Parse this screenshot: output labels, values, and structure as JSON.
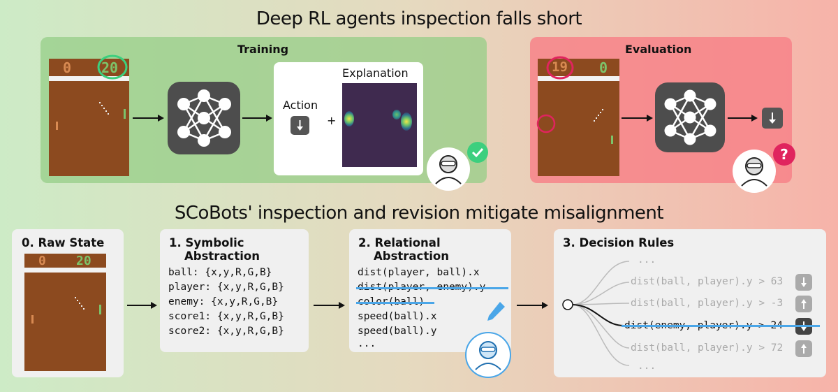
{
  "top_title": "Deep RL agents inspection falls short",
  "bottom_title": "SCoBots' inspection and revision mitigate misalignment",
  "training": {
    "label": "Training",
    "score_left": "0",
    "score_right": "20",
    "action_label": "Action",
    "plus": "+",
    "explanation_label": "Explanation"
  },
  "evaluation": {
    "label": "Evaluation",
    "score_left": "19",
    "score_right": "0",
    "question_mark": "?"
  },
  "raw_state": {
    "title": "0. Raw State",
    "score_left": "0",
    "score_right": "20"
  },
  "symbolic": {
    "title_line1": "1. Symbolic",
    "title_line2": "Abstraction",
    "lines": [
      "ball: {x,y,R,G,B}",
      "player: {x,y,R,G,B}",
      "enemy: {x,y,R,G,B}",
      "score1: {x,y,R,G,B}",
      "score2: {x,y,R,G,B}"
    ]
  },
  "relational": {
    "title_line1": "2. Relational",
    "title_line2": "Abstraction",
    "lines": [
      "dist(player, ball).x",
      "dist(player, enemy).y",
      "color(ball)",
      "speed(ball).x",
      "speed(ball).y",
      "..."
    ]
  },
  "decision": {
    "title": "3. Decision Rules",
    "rules": [
      "...",
      "dist(ball, player).y > 63",
      "dist(ball, player).y > -3",
      "dist(enemy, player).y > 24",
      "dist(ball, player).y > 72",
      "..."
    ]
  },
  "colors": {
    "training_panel": "#a9d49b",
    "evaluation_panel": "#f78a8f",
    "check_green": "#3ccf7e",
    "question_red": "#e0245e",
    "revise_blue": "#4aa6e8",
    "game_brown": "#8c4a1f"
  },
  "icons": [
    "neural-network-icon",
    "down-arrow-icon",
    "up-arrow-icon",
    "check-icon",
    "question-icon",
    "pencil-icon",
    "user-icon"
  ]
}
